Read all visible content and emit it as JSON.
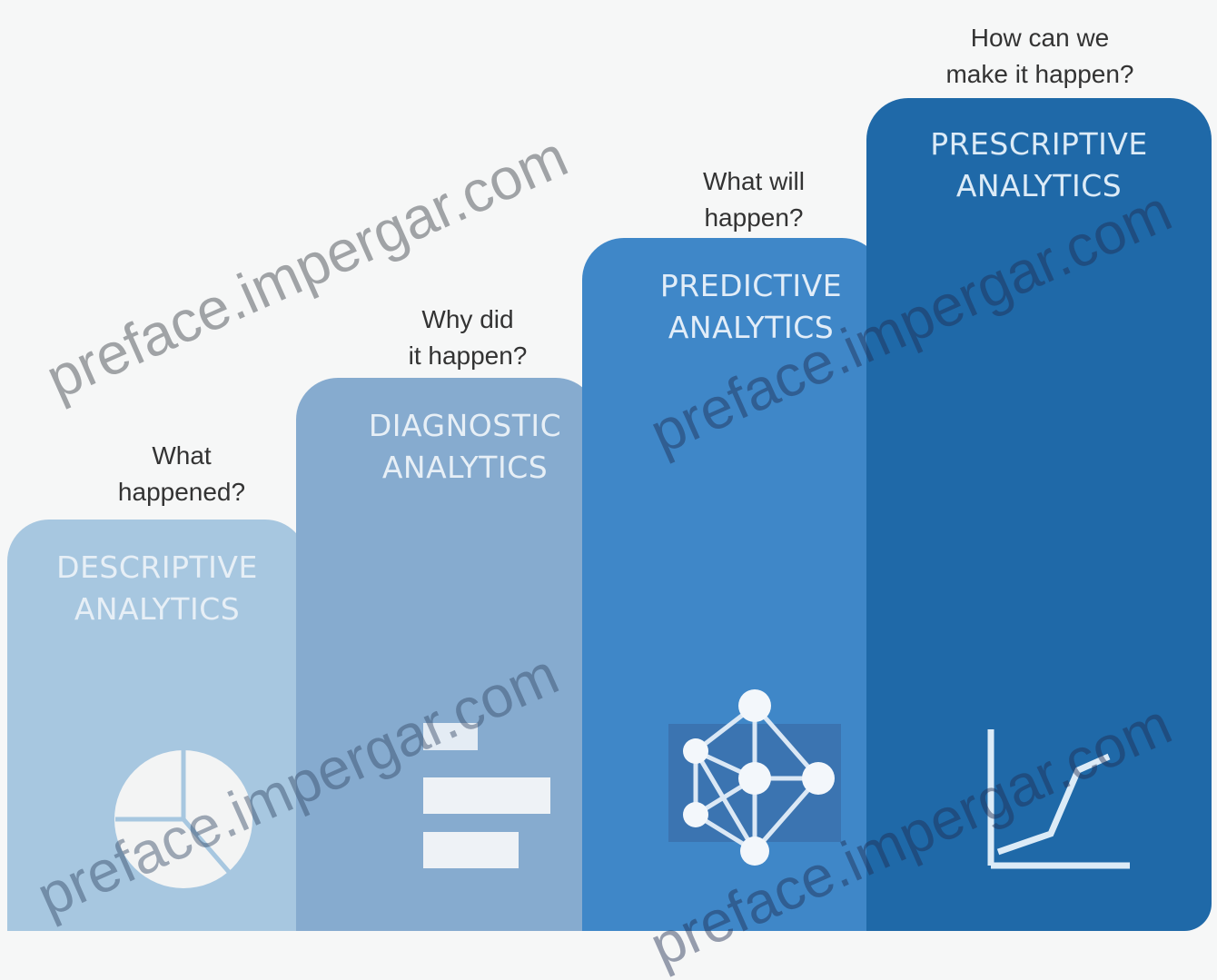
{
  "steps": [
    {
      "title": "DESCRIPTIVE\nANALYTICS",
      "question": "What\nhappened?",
      "icon": "pie-chart-icon",
      "color": "#a7c7e0"
    },
    {
      "title": "DIAGNOSTIC\nANALYTICS",
      "question": "Why did\nit happen?",
      "icon": "bar-list-icon",
      "color": "#86abcf"
    },
    {
      "title": "PREDICTIVE\nANALYTICS",
      "question": "What will\nhappen?",
      "icon": "network-icon",
      "color": "#3f87c8"
    },
    {
      "title": "PRESCRIPTIVE\nANALYTICS",
      "question": "How can we\nmake it happen?",
      "icon": "line-chart-icon",
      "color": "#1f69a8"
    }
  ],
  "watermark": "preface.impergar.com"
}
